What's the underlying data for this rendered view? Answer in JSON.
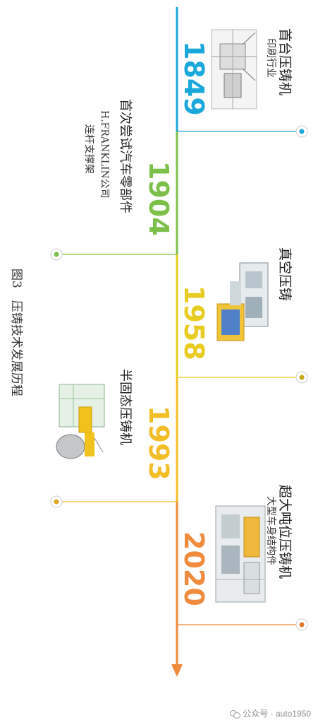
{
  "figure": {
    "caption": "图3　压铸技术发展历程"
  },
  "milestones": [
    {
      "year": "1849",
      "title": "首台压铸机",
      "subtitle": "印刷行业",
      "color": "#1aa8dc"
    },
    {
      "year": "1904",
      "title": "首次尝试汽车零部件",
      "subtitle": "H.FRANKLIN公司",
      "note": "连杆支撑架",
      "color": "#7cc04a"
    },
    {
      "year": "1958",
      "title": "真空压铸",
      "color": "#e8cc22"
    },
    {
      "year": "1993",
      "title": "半固态压铸机",
      "color": "#f3bd26"
    },
    {
      "year": "2020",
      "title": "超大吨位压铸机",
      "subtitle": "大型车身结构件",
      "color": "#f08a3c"
    }
  ],
  "watermark": {
    "text": "公众号 · auto1950"
  }
}
